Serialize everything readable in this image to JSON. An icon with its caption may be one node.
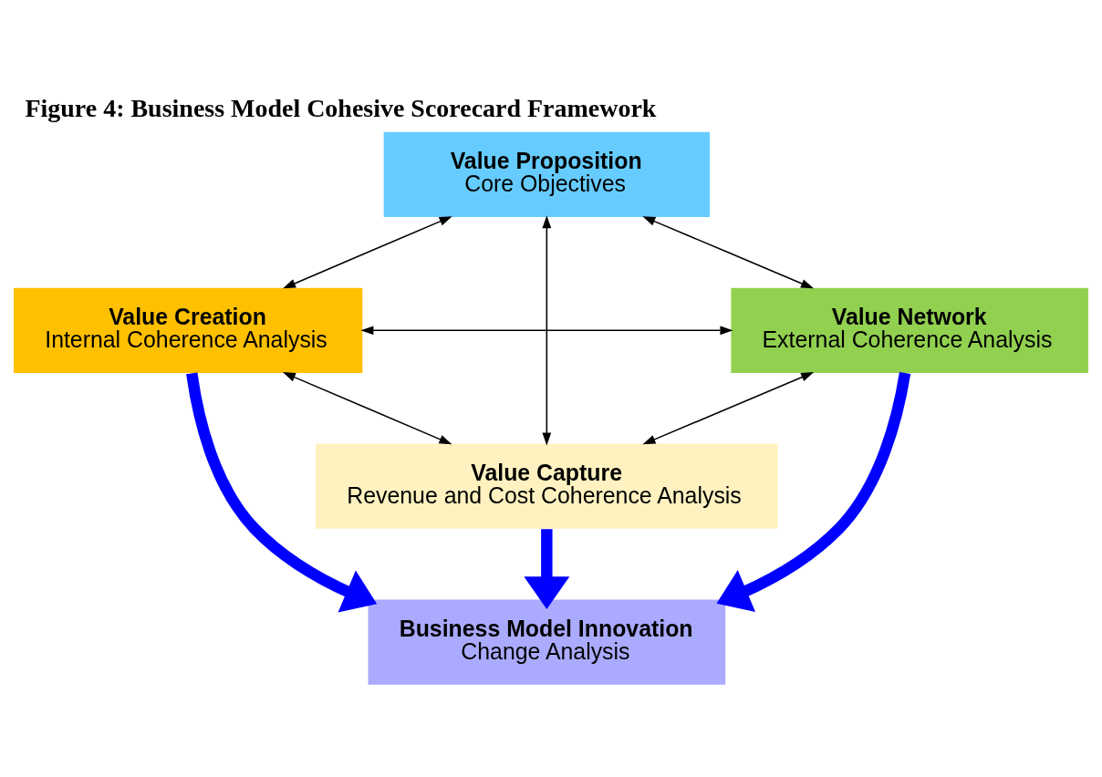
{
  "diagram": {
    "title": "Figure 4: Business Model Cohesive Scorecard Framework",
    "nodes": [
      {
        "text": [
          "Value Proposition",
          "Core Objectives"
        ]
      },
      {
        "text": [
          "Value Creation",
          "Internal Coherence Analysis"
        ]
      },
      {
        "text": [
          "Value Network",
          "External Coherence Analysis"
        ]
      },
      {
        "text": [
          "Value Capture",
          "Revenue and Cost Coherence Analysis"
        ]
      },
      {
        "text": [
          "Business Model Innovation",
          "Change Analysis"
        ]
      }
    ],
    "edges": [
      {
        "from": 0,
        "to": 1,
        "arrow": "both"
      },
      {
        "from": 0,
        "to": 2,
        "arrow": "both"
      },
      {
        "from": 1,
        "to": 2,
        "arrow": "both"
      },
      {
        "from": 0,
        "to": 3,
        "arrow": "both"
      },
      {
        "from": 1,
        "to": 3,
        "arrow": "both"
      },
      {
        "from": 2,
        "to": 3,
        "arrow": "both"
      },
      {
        "from": 1,
        "to": 4,
        "arrow": "to",
        "style": "thick",
        "color": "#0000ff"
      },
      {
        "from": 3,
        "to": 4,
        "arrow": "to",
        "style": "thick",
        "color": "#0000ff"
      },
      {
        "from": 2,
        "to": 4,
        "arrow": "to",
        "style": "thick",
        "color": "#0000ff"
      }
    ]
  }
}
